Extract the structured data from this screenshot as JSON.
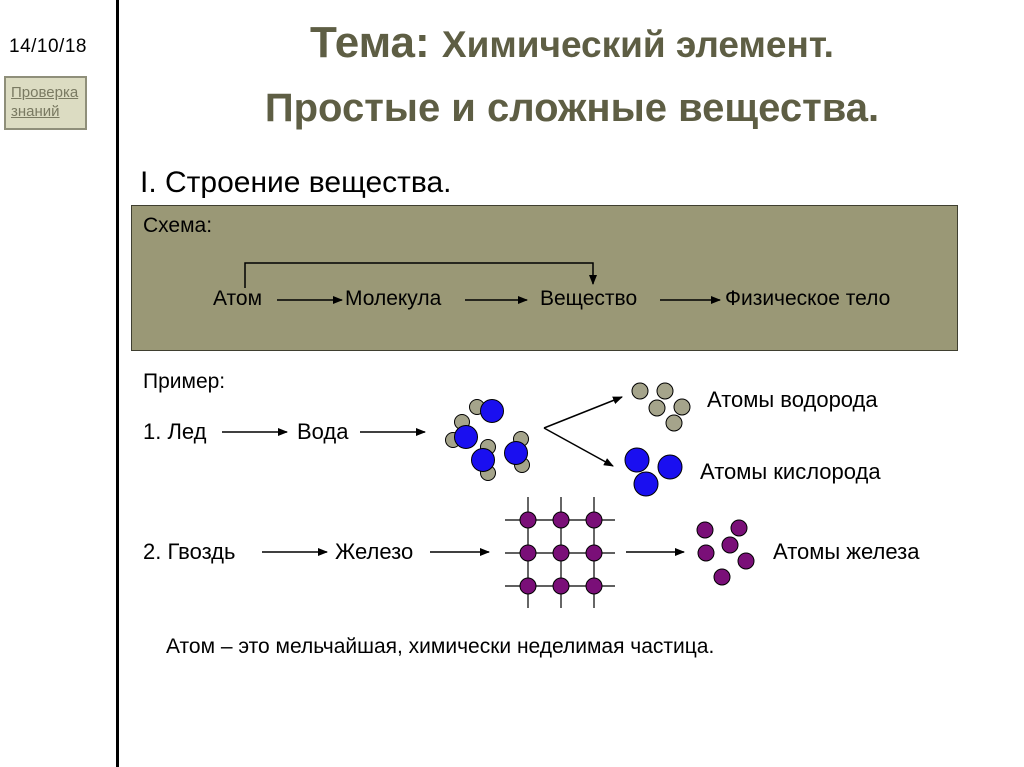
{
  "sidebar": {
    "date": "14/10/18",
    "check_link": {
      "line1": "Проверка",
      "line2": "знаний"
    }
  },
  "slide": {
    "title_prefix": "Тема:",
    "title_rest": "Химический элемент.",
    "title_line2": "Простые и сложные вещества.",
    "section_heading": "I. Строение вещества.",
    "scheme": {
      "label": "Схема:",
      "chain": [
        "Атом",
        "Молекула",
        "Вещество",
        "Физическое тело"
      ]
    },
    "example_label": "Пример:",
    "examples": {
      "ice": {
        "start": "1. Лед",
        "middle": "Вода"
      },
      "hydrogen_label": "Атомы водорода",
      "oxygen_label": "Атомы кислорода",
      "nail": {
        "start": "2. Гвоздь",
        "middle": "Железо"
      },
      "iron_label": "Атомы железа"
    },
    "definition": "Атом – это мельчайшая, химически неделимая частица."
  },
  "colors": {
    "title": "#5e5e44",
    "scheme_background": "#9a9876",
    "hydrogen_atom": "#a5a48b",
    "oxygen_atom": "#1a0ff0",
    "iron_atom": "#7a0f78"
  }
}
